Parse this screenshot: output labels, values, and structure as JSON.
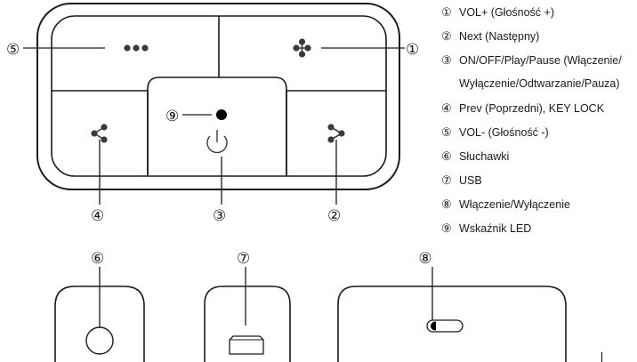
{
  "callouts": {
    "c1": "①",
    "c2": "②",
    "c3": "③",
    "c4": "④",
    "c5": "⑤",
    "c6": "⑥",
    "c7": "⑦",
    "c8": "⑧",
    "c9": "⑨"
  },
  "legend": [
    {
      "num": "①",
      "text": "VOL+ (Głośność +)"
    },
    {
      "num": "②",
      "text": "Next (Następny)"
    },
    {
      "num": "③",
      "text": "ON/OFF/Play/Pause (Włączenie/",
      "cont": "Wyłączenie/Odtwarzanie/Pauza)"
    },
    {
      "num": "④",
      "text": "Prev (Poprzedni), KEY LOCK"
    },
    {
      "num": "⑤",
      "text": "VOL- (Głośność -)"
    },
    {
      "num": "⑥",
      "text": "Słuchawki"
    },
    {
      "num": "⑦",
      "text": "USB"
    },
    {
      "num": "⑧",
      "text": "Włączenie/Wyłączenie"
    },
    {
      "num": "⑨",
      "text": "Wskaźnik LED"
    }
  ],
  "colors": {
    "line": "#1a1a1a",
    "icon": "#3a3a3a",
    "led": "#000000"
  }
}
